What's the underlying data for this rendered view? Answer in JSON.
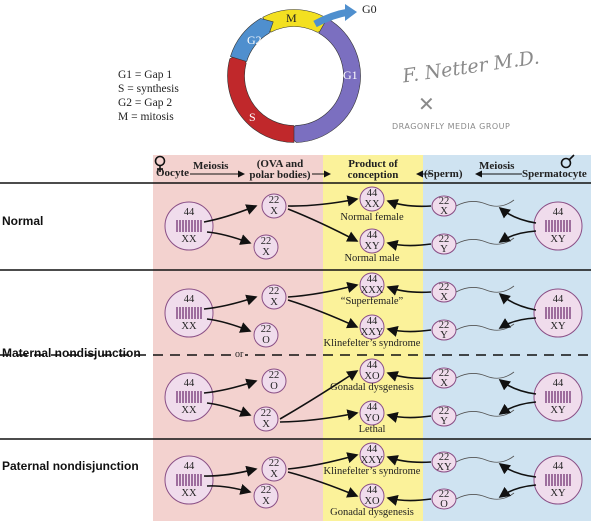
{
  "cell_cycle": {
    "phases": [
      "M",
      "G2",
      "G1",
      "S"
    ],
    "exit_label": "G0",
    "legend": [
      "G1 = Gap 1",
      "S = synthesis",
      "G2 = Gap 2",
      "M = mitosis"
    ]
  },
  "branding": {
    "signature": "F. Netter M.D.",
    "publisher": "DRAGONFLY MEDIA GROUP"
  },
  "header": {
    "oocyte": "Oocyte",
    "meiosis_left": "Meiosis",
    "ova": "(OVA and polar bodies)",
    "ova_line1": "(OVA and",
    "ova_line2": "polar bodies)",
    "product_line1": "Product of",
    "product_line2": "conception",
    "sperm": "(Sperm)",
    "meiosis_right": "Meiosis",
    "spermatocyte": "Spermatocyte"
  },
  "rows": {
    "normal": "Normal",
    "maternal": "Maternal nondisjunction",
    "or": "or",
    "paternal": "Paternal nondisjunction"
  },
  "oocytes": [
    {
      "n": "44",
      "sex": "XX"
    },
    {
      "n": "44",
      "sex": "XX"
    },
    {
      "n": "44",
      "sex": "XX"
    },
    {
      "n": "44",
      "sex": "XX"
    }
  ],
  "ova": [
    {
      "n": "22",
      "sex": "X"
    },
    {
      "n": "22",
      "sex": "X"
    },
    {
      "n": "22",
      "sex": "X"
    },
    {
      "n": "22",
      "sex": "O"
    },
    {
      "n": "22",
      "sex": "O"
    },
    {
      "n": "22",
      "sex": "X"
    },
    {
      "n": "22",
      "sex": "X"
    },
    {
      "n": "22",
      "sex": "X"
    }
  ],
  "zygotes": [
    {
      "n": "44",
      "sex": "XX",
      "label": "Normal female"
    },
    {
      "n": "44",
      "sex": "XY",
      "label": "Normal male"
    },
    {
      "n": "44",
      "sex": "XXX",
      "label": "“Superfemale”"
    },
    {
      "n": "44",
      "sex": "XXY",
      "label": "Klinefelter’s syndrome"
    },
    {
      "n": "44",
      "sex": "XO",
      "label": "Gonadal dysgenesis"
    },
    {
      "n": "44",
      "sex": "YO",
      "label": "Lethal"
    },
    {
      "n": "44",
      "sex": "XXY",
      "label": "Klinefelter’s syndrome"
    },
    {
      "n": "44",
      "sex": "XO",
      "label": "Gonadal dysgenesis"
    }
  ],
  "sperm": [
    {
      "n": "22",
      "sex": "X"
    },
    {
      "n": "22",
      "sex": "Y"
    },
    {
      "n": "22",
      "sex": "X"
    },
    {
      "n": "22",
      "sex": "Y"
    },
    {
      "n": "22",
      "sex": "X"
    },
    {
      "n": "22",
      "sex": "Y"
    },
    {
      "n": "22",
      "sex": "XY"
    },
    {
      "n": "22",
      "sex": "O"
    }
  ],
  "spermatocytes": [
    {
      "n": "44",
      "sex": "XY"
    },
    {
      "n": "44",
      "sex": "XY"
    },
    {
      "n": "44",
      "sex": "XY"
    },
    {
      "n": "44",
      "sex": "XY"
    }
  ],
  "colors": {
    "oocyte_band": "#f3d2cf",
    "product_band": "#fbf29a",
    "sperm_band": "#cfe3f1",
    "cell_fill": "#f0dcec",
    "cell_edge": "#8a4f86",
    "chromosome": "#7a3f7c",
    "g1": "#7b6fc0",
    "s": "#c0282b",
    "g2": "#4f8fce",
    "m": "#f3e021"
  }
}
